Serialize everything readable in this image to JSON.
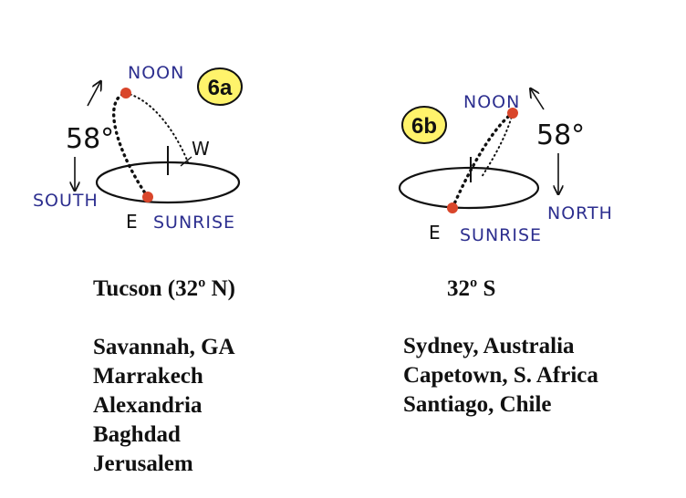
{
  "panel_a": {
    "badge": "6a",
    "noon": "NOON",
    "angle": "58°",
    "south": "SOUTH",
    "west": "W",
    "east": "E",
    "sunrise": "SUNRISE",
    "location": "Tucson (32º N)",
    "cities": [
      "Savannah, GA",
      "Marrakech",
      "Alexandria",
      "Baghdad",
      "Jerusalem"
    ]
  },
  "panel_b": {
    "badge": "6b",
    "noon": "NOON",
    "angle": "58°",
    "north": "NORTH",
    "east": "E",
    "sunrise": "SUNRISE",
    "location": "32º S",
    "cities": [
      "Sydney, Australia",
      "Capetown, S. Africa",
      "Santiago, Chile"
    ]
  },
  "colors": {
    "ink": "#111111",
    "hand_blue": "#2d2f8f",
    "sun": "#d9462b",
    "badge_fill": "#fff36b"
  }
}
